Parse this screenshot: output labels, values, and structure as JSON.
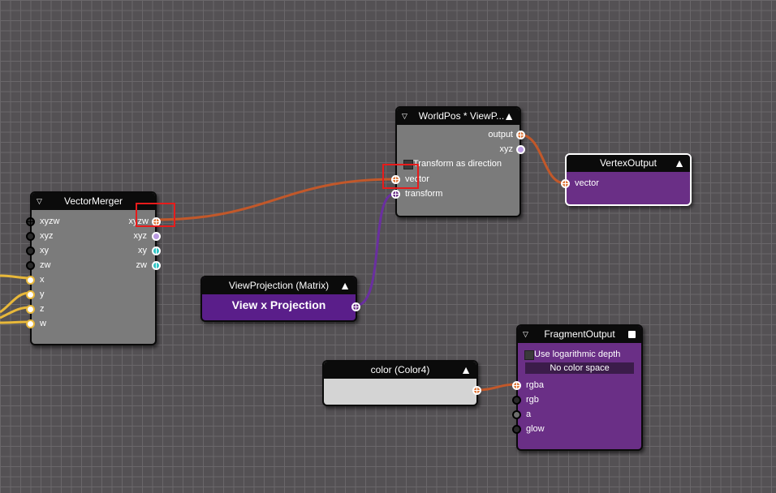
{
  "nodes": {
    "vector_merger": {
      "title": "VectorMerger",
      "inputs": [
        "xyzw",
        "xyz",
        "xy",
        "zw",
        "x",
        "y",
        "z",
        "w"
      ],
      "outputs": [
        "xyzw",
        "xyz",
        "xy",
        "zw"
      ]
    },
    "worldpos": {
      "title": "WorldPos * ViewP...",
      "outputs": [
        "output",
        "xyz"
      ],
      "checkbox_label": "Transform as direction",
      "inputs": [
        "vector",
        "transform"
      ]
    },
    "vertex_output": {
      "title": "VertexOutput",
      "inputs": [
        "vector"
      ]
    },
    "view_projection": {
      "title": "ViewProjection (Matrix)",
      "value": "View x Projection"
    },
    "color": {
      "title": "color (Color4)"
    },
    "fragment_output": {
      "title": "FragmentOutput",
      "checkbox_label": "Use logarithmic depth",
      "dropdown": "No color space",
      "inputs": [
        "rgba",
        "rgb",
        "a",
        "glow"
      ]
    }
  },
  "colors": {
    "link_orange": "#c2582a",
    "link_purple": "#6a2fa0",
    "link_yellow": "#e8b83a",
    "highlight": "#e81b1b"
  }
}
